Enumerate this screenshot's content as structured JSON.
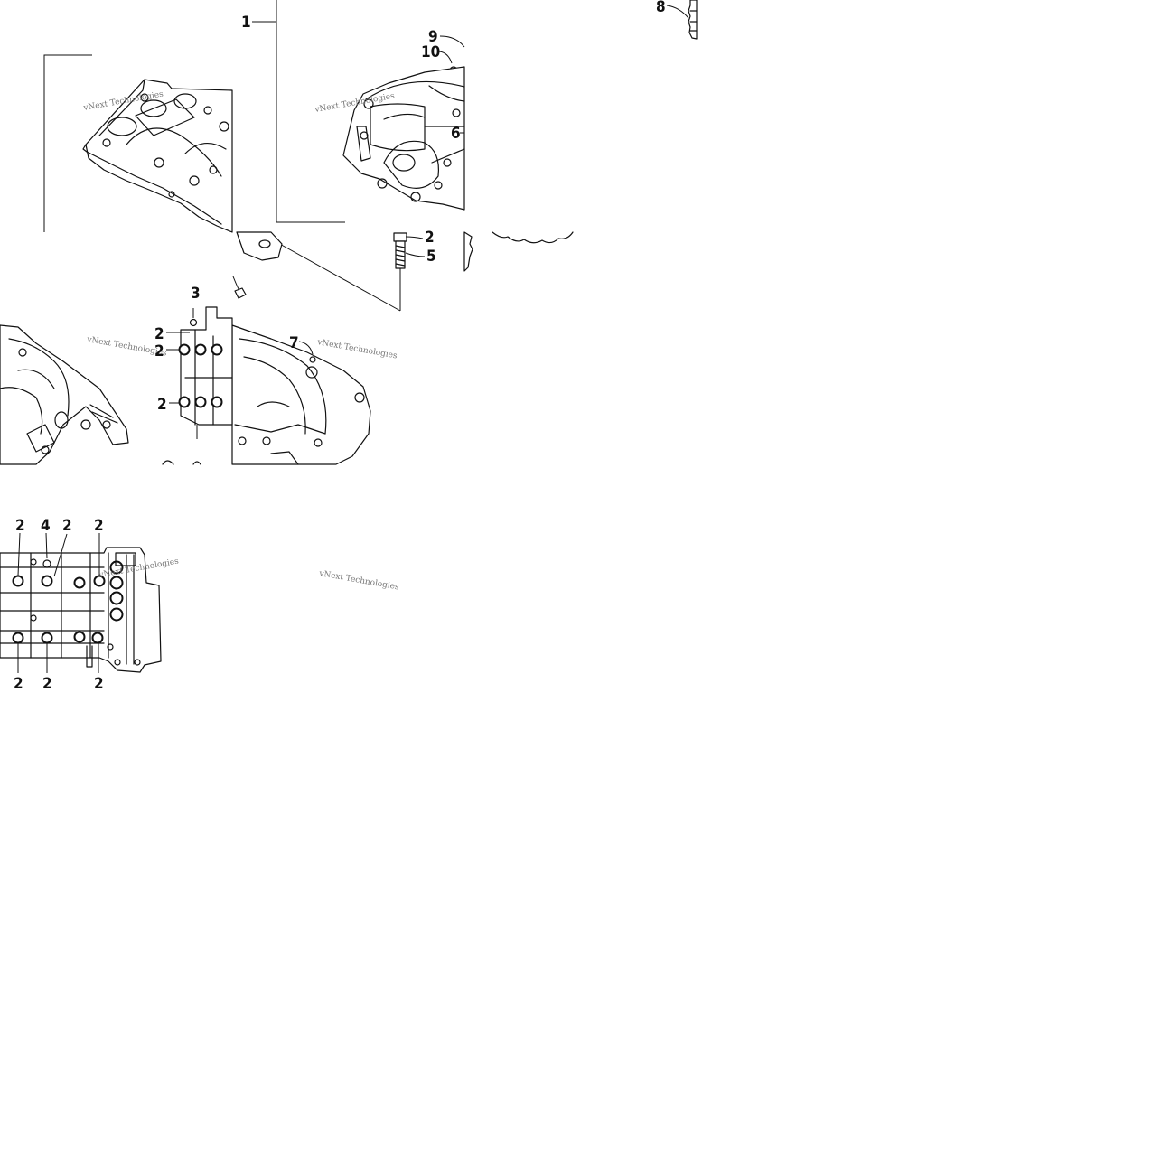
{
  "diagram": {
    "watermark": "vNext Technologies",
    "callouts": [
      {
        "id": "c1",
        "label": "1"
      },
      {
        "id": "c2a",
        "label": "2"
      },
      {
        "id": "c2b",
        "label": "2"
      },
      {
        "id": "c2c",
        "label": "2"
      },
      {
        "id": "c2d",
        "label": "2"
      },
      {
        "id": "c3",
        "label": "3"
      },
      {
        "id": "c5",
        "label": "5"
      },
      {
        "id": "c6",
        "label": "6"
      },
      {
        "id": "c7",
        "label": "7"
      },
      {
        "id": "c8",
        "label": "8"
      },
      {
        "id": "c9",
        "label": "9"
      },
      {
        "id": "c10",
        "label": "10"
      },
      {
        "id": "c2e",
        "label": "2"
      },
      {
        "id": "c4",
        "label": "4"
      },
      {
        "id": "c2f",
        "label": "2"
      },
      {
        "id": "c2g",
        "label": "2"
      },
      {
        "id": "c2h",
        "label": "2"
      },
      {
        "id": "c2i",
        "label": "2"
      },
      {
        "id": "c2j",
        "label": "2"
      }
    ]
  }
}
